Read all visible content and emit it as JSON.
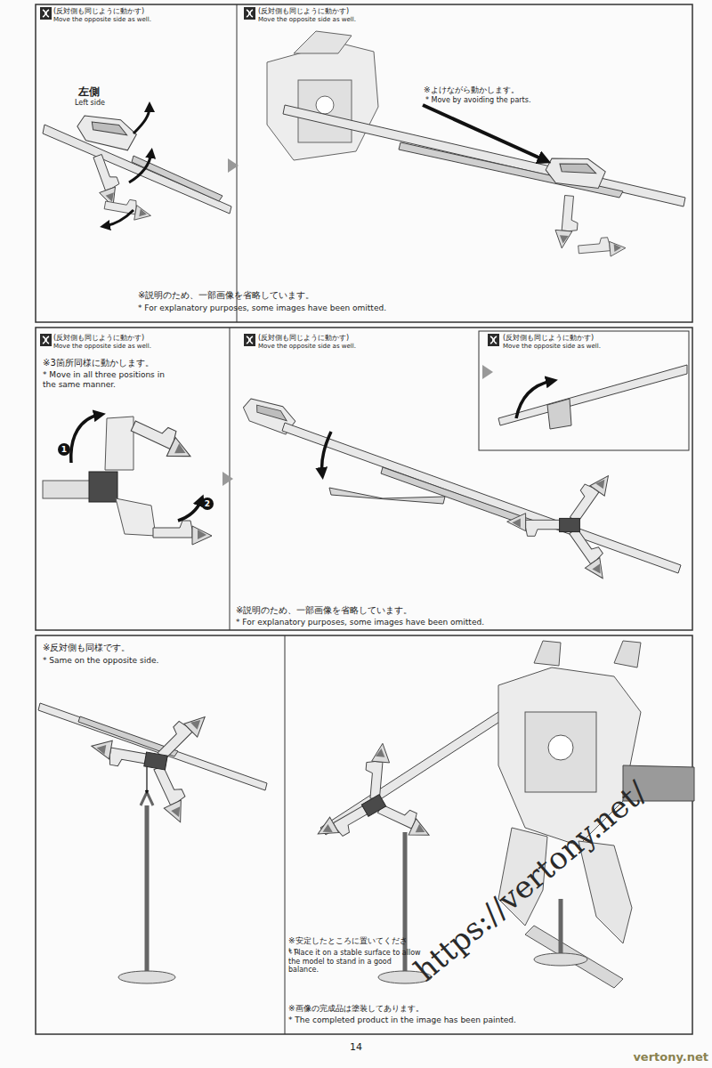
{
  "diagram": {
    "labels": [
      "(反対側も同じように動かす)",
      "Move the opposite side as well.",
      "左側",
      "Left side",
      "(反対側も同じように動かす)",
      "Move the opposite side as well.",
      "※よけながら動かします。",
      "* Move by avoiding the parts.",
      "※説明のため、一部画像を省略しています。",
      "* For explanatory purposes, some images have been omitted.",
      "(反対側も同じように動かす)",
      "Move the opposite side as well.",
      "※3箇所同様に動かします。",
      "* Move in all three positions in the same manner.",
      "1",
      "2",
      "(反対側も同じように動かす)",
      "Move the opposite side as well.",
      "※説明のため、一部画像を省略しています。",
      "* For explanatory purposes, some images have been omitted.",
      "(反対側も同じように動かす)",
      "Move the opposite side as well.",
      "※反対側も同様です。",
      "* Same on the opposite side.",
      "※安定したところに置いてください。",
      "* Place it on a stable surface to allow the model to stand in a good balance.",
      "※画像の完成品は塗装してあります。",
      "* The completed product in the image has been painted.",
      "14",
      "https://vertony.net/",
      "vertony.net"
    ]
  }
}
